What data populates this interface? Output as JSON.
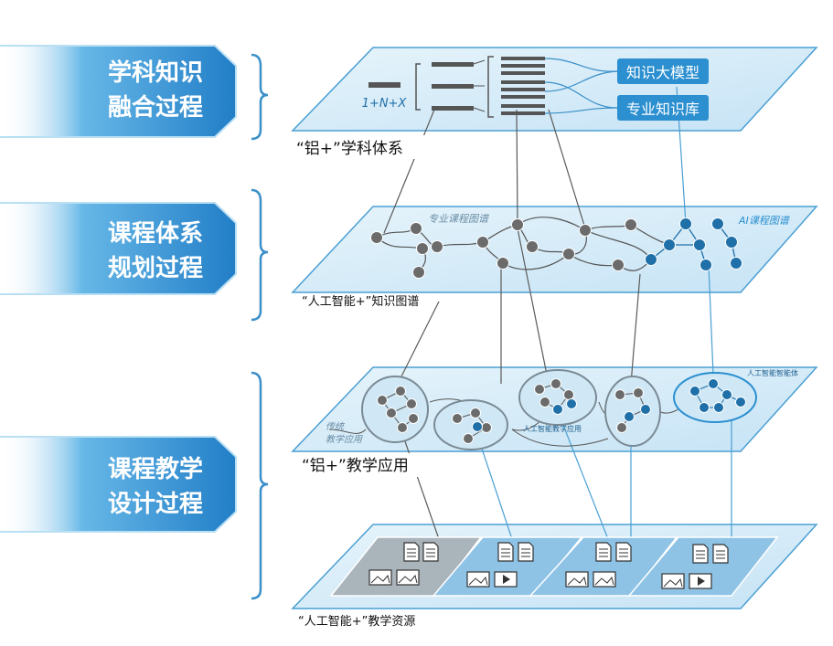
{
  "stages": [
    {
      "line1": "学科知识",
      "line2": "融合过程"
    },
    {
      "line1": "课程体系",
      "line2": "规划过程"
    },
    {
      "line1": "课程教学",
      "line2": "设计过程"
    }
  ],
  "layer1": {
    "caption": "“铝+”学科体系",
    "formula": "1+N+X",
    "box_model": "知识大模型",
    "box_library": "专业知识库"
  },
  "layer2": {
    "caption": "“人工智能+”知识图谱",
    "graph_left": "专业课程图谱",
    "graph_right": "AI课程图谱"
  },
  "layer3": {
    "caption": "“铝+”教学应用",
    "left_label_1": "传统",
    "left_label_2": "教学应用",
    "ai_app": "人工智能教学应用",
    "ai_agent": "人工智能智能体"
  },
  "layer4": {
    "caption": "“人工智能+”教学资源"
  },
  "colors": {
    "plane_fill": "#d6ecf8",
    "plane_stroke": "#4a9fd4",
    "gray_node": "#6b6b6b",
    "blue_node": "#1f6fa8",
    "box_fill": "#2b8fd0",
    "stage_fill": "#2a8fd4"
  }
}
